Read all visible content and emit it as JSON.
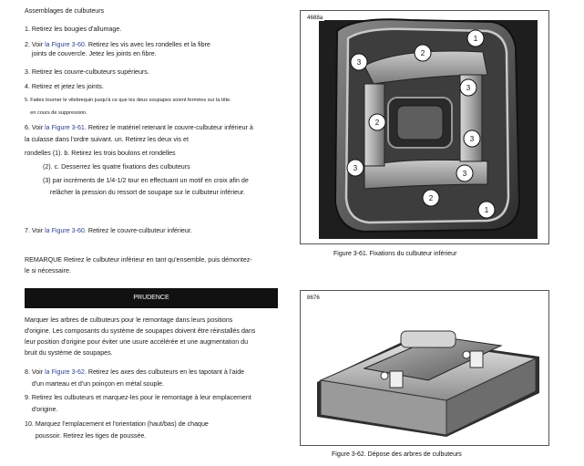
{
  "doc": {
    "heading": "Assemblages de culbuteurs",
    "lines": [
      {
        "prefix": "1. Retirez les bougies d'allumage.",
        "link": "",
        "suffix": ""
      },
      {
        "prefix": "2. Voir ",
        "link": "la Figure 3-60",
        "suffix": ". Retirez les vis avec les rondelles et la fibre"
      },
      {
        "prefix": "    joints de couvercle. Jetez les joints en fibre.",
        "link": "",
        "suffix": ""
      },
      {
        "prefix": "3. Retirez les couvre-culbuteurs supérieurs.",
        "link": "",
        "suffix": ""
      },
      {
        "prefix": "4. Retirez et jetez les joints.",
        "link": "",
        "suffix": ""
      },
      {
        "prefix": "5. Faites tourner le vilebrequin jusqu'à ce que les deux soupapes soient fermées sur la tête.",
        "link": "",
        "suffix": ""
      },
      {
        "prefix": "    en cours de suppression.",
        "link": "",
        "suffix": ""
      },
      {
        "prefix": "6. Voir ",
        "link": "la Figure 3-61",
        "suffix": ". Retirez le matériel retenant le couvre-culbuteur inférieur à"
      },
      {
        "prefix": "la culasse dans l'ordre suivant. un. Retirez les deux vis et",
        "link": "",
        "suffix": ""
      },
      {
        "prefix": "rondelles (1). b. Retirez les trois boulons et rondelles",
        "link": "",
        "suffix": ""
      },
      {
        "prefix": "(2). c. Desserrez les quatre fixations des culbuteurs",
        "link": "",
        "suffix": ""
      },
      {
        "prefix": "(3) par incréments de 1/4-1/2 tour en effectuant un motif en croix afin de",
        "link": "",
        "suffix": ""
      },
      {
        "prefix": "    relâcher la pression du ressort de soupape sur le culbuteur inférieur.",
        "link": "",
        "suffix": ""
      },
      {
        "prefix": "7. Voir ",
        "link": "la Figure 3-60",
        "suffix": ". Retirez le couvre-culbuteur inférieur."
      },
      {
        "prefix": "REMARQUE Retirez le culbuteur inférieur en tant qu'ensemble, puis démontez-",
        "link": "",
        "suffix": ""
      },
      {
        "prefix": "le si nécessaire.",
        "link": "",
        "suffix": ""
      }
    ],
    "caution_title": "PRUDENCE",
    "caution_lines": [
      "Marquer les arbres de culbuteurs pour le remontage dans leurs positions",
      "d'origine. Les composants du système de soupapes doivent être réinstallés dans",
      "leur position d'origine pour éviter une usure accélérée et une augmentation du",
      "bruit du système de soupapes."
    ],
    "lines2": [
      {
        "prefix": "8. Voir ",
        "link": "la Figure 3-62",
        "suffix": ". Retirez les axes des culbuteurs en les tapotant à l'aide"
      },
      {
        "prefix": "    d'un marteau et d'un poinçon en métal souple.",
        "link": "",
        "suffix": ""
      },
      {
        "prefix": "9. Retirez les culbuteurs et marquez-les pour le remontage à leur emplacement",
        "link": "",
        "suffix": ""
      },
      {
        "prefix": "    d'origine.",
        "link": "",
        "suffix": ""
      },
      {
        "prefix": "10. Marquez l'emplacement et l'orientation (haut/bas) de chaque",
        "link": "",
        "suffix": ""
      },
      {
        "prefix": "      poussoir. Retirez les tiges de poussée.",
        "link": "",
        "suffix": ""
      }
    ]
  },
  "figures": [
    {
      "tag": "4688a",
      "caption": "Figure 3-61. Fixations du culbuteur inférieur",
      "callouts": [
        "1",
        "2",
        "3",
        "3",
        "3",
        "2",
        "3",
        "3",
        "2",
        "1"
      ]
    },
    {
      "tag": "8676",
      "caption": "Figure 3-62. Dépose des arbres de culbuteurs"
    }
  ]
}
